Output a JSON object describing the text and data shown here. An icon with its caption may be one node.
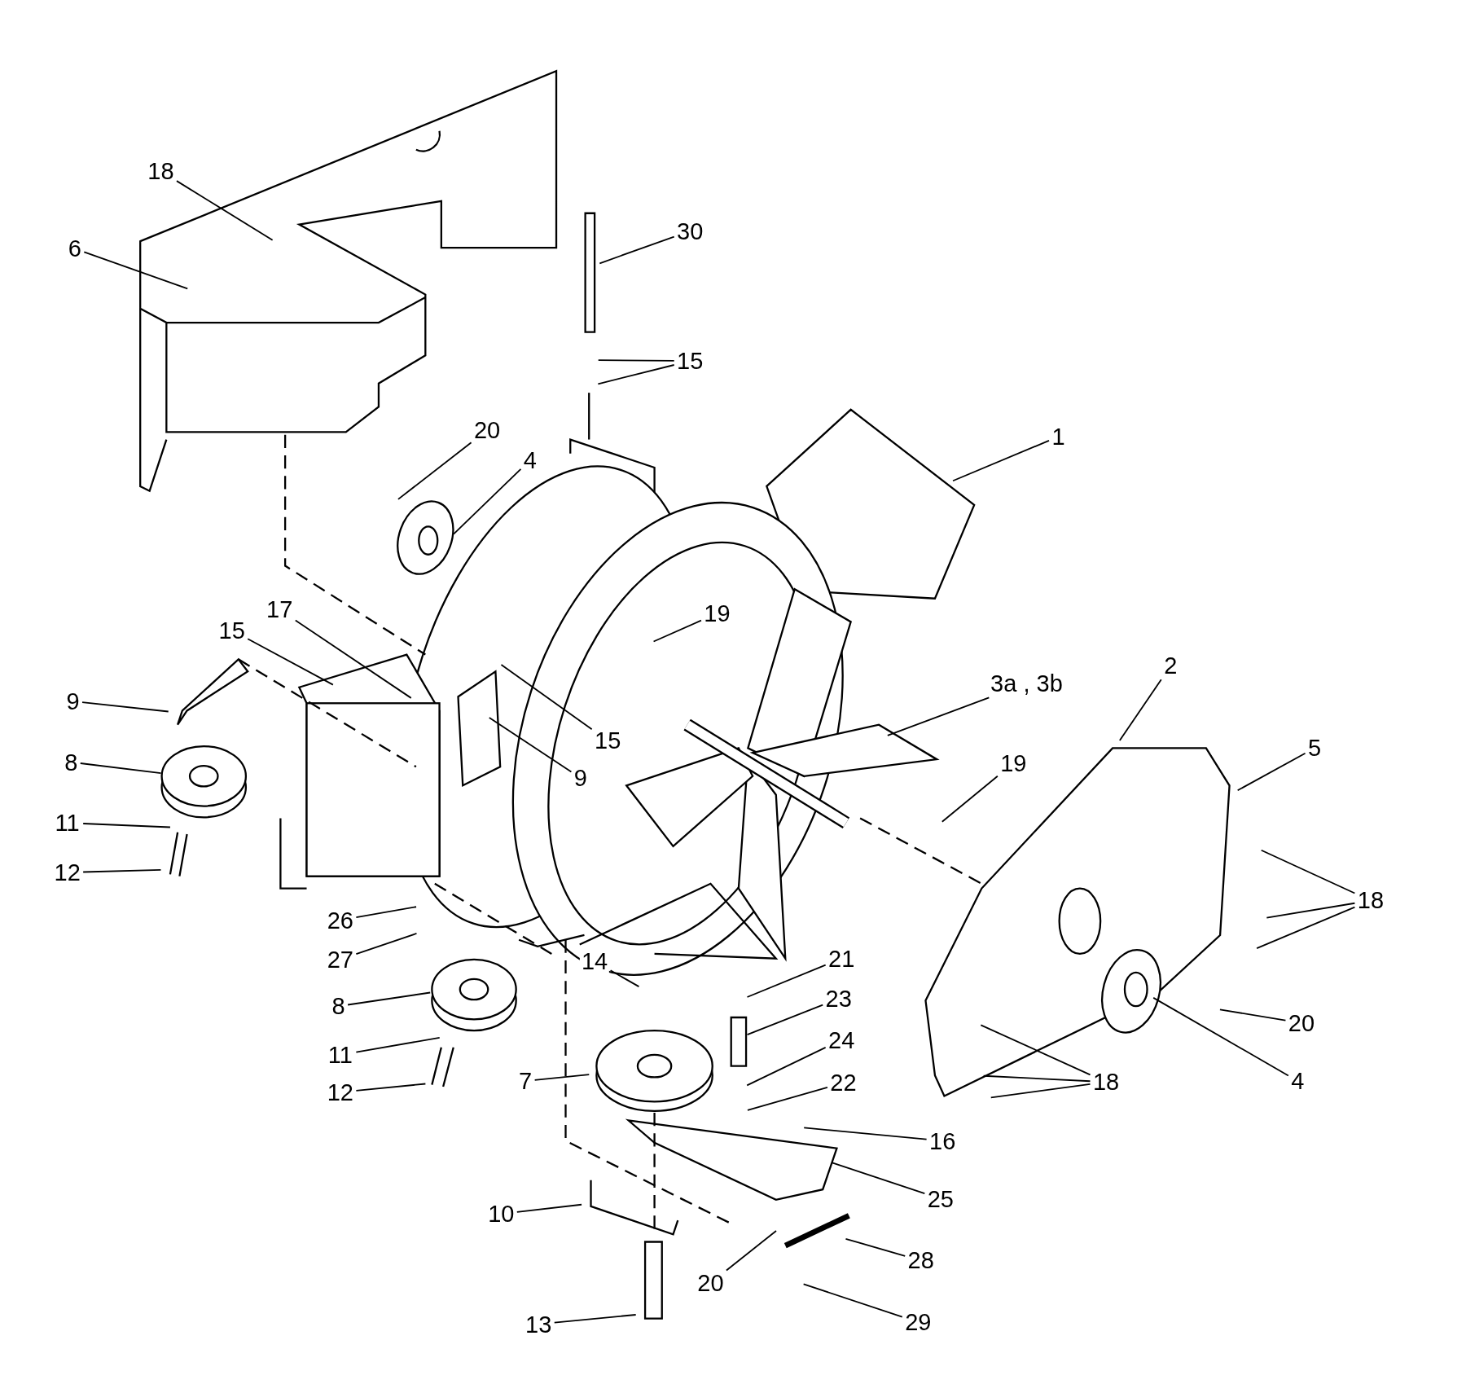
{
  "diagram": {
    "nodes": [
      {
        "text": [
          "18"
        ]
      },
      {
        "text": [
          "6"
        ]
      },
      {
        "text": [
          "30"
        ]
      },
      {
        "text": [
          "15"
        ]
      },
      {
        "text": [
          "20"
        ]
      },
      {
        "text": [
          "4"
        ]
      },
      {
        "text": [
          "1"
        ]
      },
      {
        "text": [
          "19"
        ]
      },
      {
        "text": [
          "17"
        ]
      },
      {
        "text": [
          "15"
        ]
      },
      {
        "text": [
          "15"
        ]
      },
      {
        "text": [
          "9"
        ]
      },
      {
        "text": [
          "9"
        ]
      },
      {
        "text": [
          "3a , 3b"
        ]
      },
      {
        "text": [
          "2"
        ]
      },
      {
        "text": [
          "5"
        ]
      },
      {
        "text": [
          "19"
        ]
      },
      {
        "text": [
          "8"
        ]
      },
      {
        "text": [
          "11"
        ]
      },
      {
        "text": [
          "12"
        ]
      },
      {
        "text": [
          "18"
        ]
      },
      {
        "text": [
          "26"
        ]
      },
      {
        "text": [
          "27"
        ]
      },
      {
        "text": [
          "14"
        ]
      },
      {
        "text": [
          "21"
        ]
      },
      {
        "text": [
          "23"
        ]
      },
      {
        "text": [
          "8"
        ]
      },
      {
        "text": [
          "24"
        ]
      },
      {
        "text": [
          "20"
        ]
      },
      {
        "text": [
          "7"
        ]
      },
      {
        "text": [
          "11"
        ]
      },
      {
        "text": [
          "22"
        ]
      },
      {
        "text": [
          "18"
        ]
      },
      {
        "text": [
          "4"
        ]
      },
      {
        "text": [
          "12"
        ]
      },
      {
        "text": [
          "16"
        ]
      },
      {
        "text": [
          "25"
        ]
      },
      {
        "text": [
          "10"
        ]
      },
      {
        "text": [
          "28"
        ]
      },
      {
        "text": [
          "20"
        ]
      },
      {
        "text": [
          "29"
        ]
      },
      {
        "text": [
          "13"
        ]
      }
    ],
    "edges": [
      {
        "from": 0,
        "to": null,
        "arrow": "none"
      },
      {
        "from": 1,
        "to": null,
        "arrow": "none"
      },
      {
        "from": 2,
        "to": null,
        "arrow": "none"
      },
      {
        "from": 3,
        "to": null,
        "arrow": "none"
      },
      {
        "from": 3,
        "to": null,
        "arrow": "none"
      },
      {
        "from": 4,
        "to": null,
        "arrow": "none"
      },
      {
        "from": 5,
        "to": null,
        "arrow": "none"
      },
      {
        "from": 6,
        "to": null,
        "arrow": "none"
      },
      {
        "from": 7,
        "to": null,
        "arrow": "none"
      },
      {
        "from": 8,
        "to": null,
        "arrow": "none"
      },
      {
        "from": 9,
        "to": null,
        "arrow": "none"
      },
      {
        "from": 10,
        "to": null,
        "arrow": "none"
      },
      {
        "from": 11,
        "to": null,
        "arrow": "none"
      },
      {
        "from": 12,
        "to": null,
        "arrow": "none"
      },
      {
        "from": 13,
        "to": null,
        "arrow": "none"
      },
      {
        "from": 14,
        "to": null,
        "arrow": "none"
      },
      {
        "from": 15,
        "to": null,
        "arrow": "none"
      },
      {
        "from": 16,
        "to": null,
        "arrow": "none"
      },
      {
        "from": 17,
        "to": null,
        "arrow": "none"
      },
      {
        "from": 18,
        "to": null,
        "arrow": "none"
      },
      {
        "from": 19,
        "to": null,
        "arrow": "none"
      },
      {
        "from": 20,
        "to": null,
        "arrow": "none"
      },
      {
        "from": 20,
        "to": null,
        "arrow": "none"
      },
      {
        "from": 20,
        "to": null,
        "arrow": "none"
      },
      {
        "from": 21,
        "to": null,
        "arrow": "none"
      },
      {
        "from": 22,
        "to": null,
        "arrow": "none"
      },
      {
        "from": 23,
        "to": null,
        "arrow": "none"
      },
      {
        "from": 24,
        "to": null,
        "arrow": "none"
      },
      {
        "from": 25,
        "to": null,
        "arrow": "none"
      },
      {
        "from": 26,
        "to": null,
        "arrow": "none"
      },
      {
        "from": 27,
        "to": null,
        "arrow": "none"
      },
      {
        "from": 28,
        "to": null,
        "arrow": "none"
      },
      {
        "from": 29,
        "to": null,
        "arrow": "none"
      },
      {
        "from": 30,
        "to": null,
        "arrow": "none"
      },
      {
        "from": 31,
        "to": null,
        "arrow": "none"
      },
      {
        "from": 32,
        "to": null,
        "arrow": "none"
      },
      {
        "from": 32,
        "to": null,
        "arrow": "none"
      },
      {
        "from": 32,
        "to": null,
        "arrow": "none"
      },
      {
        "from": 33,
        "to": null,
        "arrow": "none"
      },
      {
        "from": 34,
        "to": null,
        "arrow": "none"
      },
      {
        "from": 35,
        "to": null,
        "arrow": "none"
      },
      {
        "from": 36,
        "to": null,
        "arrow": "none"
      },
      {
        "from": 37,
        "to": null,
        "arrow": "none"
      },
      {
        "from": 38,
        "to": null,
        "arrow": "none"
      },
      {
        "from": 39,
        "to": null,
        "arrow": "none"
      },
      {
        "from": 40,
        "to": null,
        "arrow": "none"
      },
      {
        "from": 41,
        "to": null,
        "arrow": "none"
      }
    ]
  }
}
